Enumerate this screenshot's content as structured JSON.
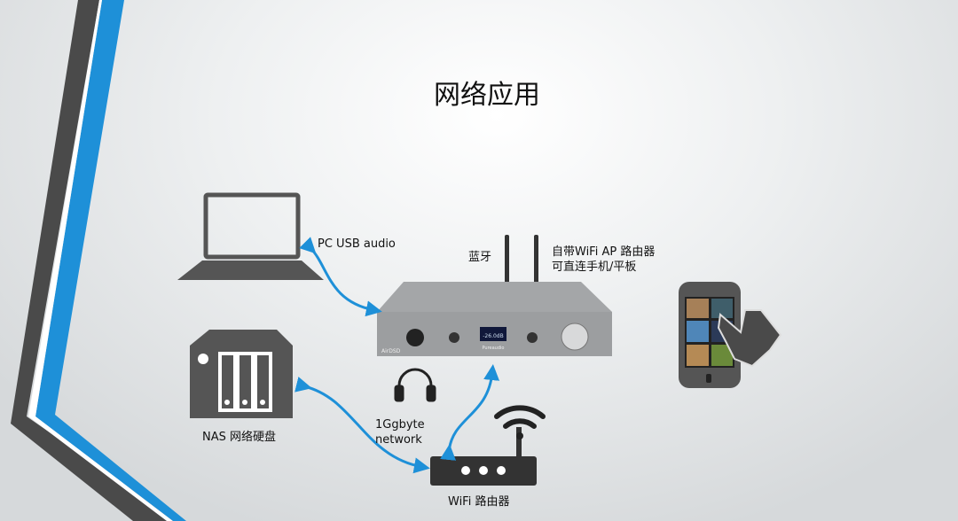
{
  "slide": {
    "title": "网络应用",
    "labels": {
      "pc_usb": "PC USB audio",
      "bluetooth": "蓝牙",
      "wifi_ap_line1": "自带WiFi AP 路由器",
      "wifi_ap_line2": "可直连手机/平板",
      "nas": "NAS 网络硬盘",
      "network_line1": "1Ggbyte",
      "network_line2": "network",
      "router": "WiFi 路由器"
    },
    "device": {
      "model": "AirDSD",
      "brand": "Pureaudio",
      "display": "-26.0dB"
    },
    "colors": {
      "accent_blue": "#1e90d8",
      "icon_gray": "#555555",
      "stripe_dark": "#4a4a4a"
    }
  }
}
